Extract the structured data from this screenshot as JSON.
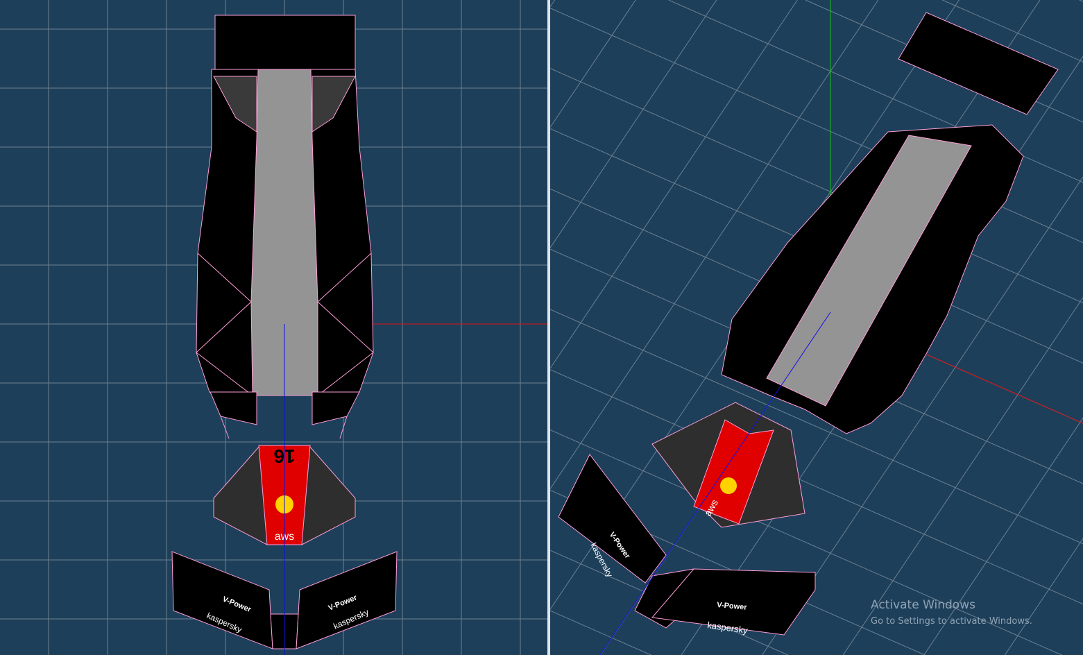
{
  "viewports": {
    "left": {
      "view": "top"
    },
    "right": {
      "view": "perspective"
    }
  },
  "decals": {
    "number": "16",
    "sponsor_nose": "aws",
    "sponsor_wing_1": "V-Power",
    "sponsor_wing_2": "kaspersky"
  },
  "watermark": {
    "line1": "Activate Windows",
    "line2": "Go to Settings to activate Windows."
  },
  "colors": {
    "background": "#1e3f5a",
    "grid": "#6c8090",
    "wire": "#ff9ed8",
    "x_axis": "#e01010",
    "y_axis": "#18c018",
    "z_axis": "#1010e0",
    "livery_red": "#e00000"
  }
}
